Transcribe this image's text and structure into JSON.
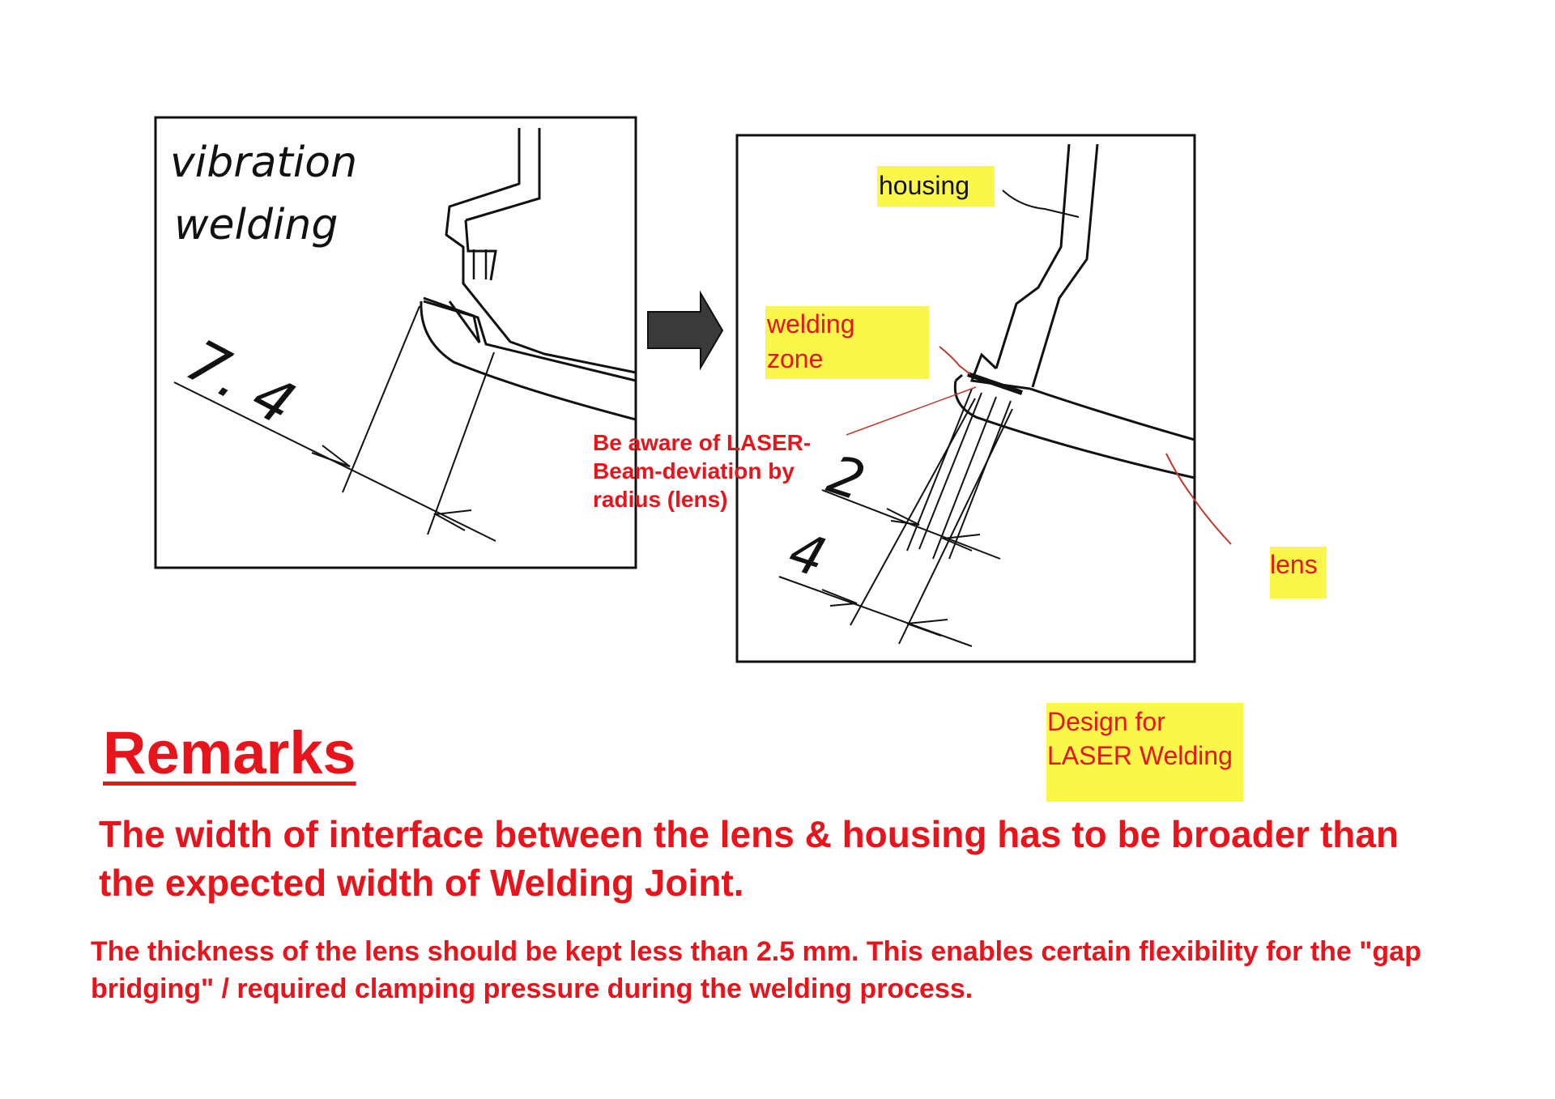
{
  "left_panel": {
    "title_line1": "vibration",
    "title_line2": "welding",
    "dimension": "7. 4"
  },
  "right_panel": {
    "dimension_upper": "2",
    "dimension_lower": "4"
  },
  "labels": {
    "housing": "housing",
    "welding_zone_line1": "welding",
    "welding_zone_line2": "zone",
    "lens": "lens",
    "design_line1": "Design for",
    "design_line2": "LASER Welding"
  },
  "warning": {
    "line1": "Be aware of LASER-",
    "line2": "Beam-deviation by",
    "line3": "radius (lens)"
  },
  "remarks": {
    "title": "Remarks",
    "main_text": "The width of interface between the lens & housing has to be broader than the expected width of Welding Joint.",
    "note_text": "The thickness of the lens should be kept less than 2.5 mm. This enables certain flexibility for the \"gap bridging\" / required clamping pressure during the welding process."
  },
  "colors": {
    "annotation_red": "#e8141b",
    "highlight_yellow": "#fbf64a",
    "ink": "#111111",
    "arrow_gray": "#3a3a3a"
  }
}
